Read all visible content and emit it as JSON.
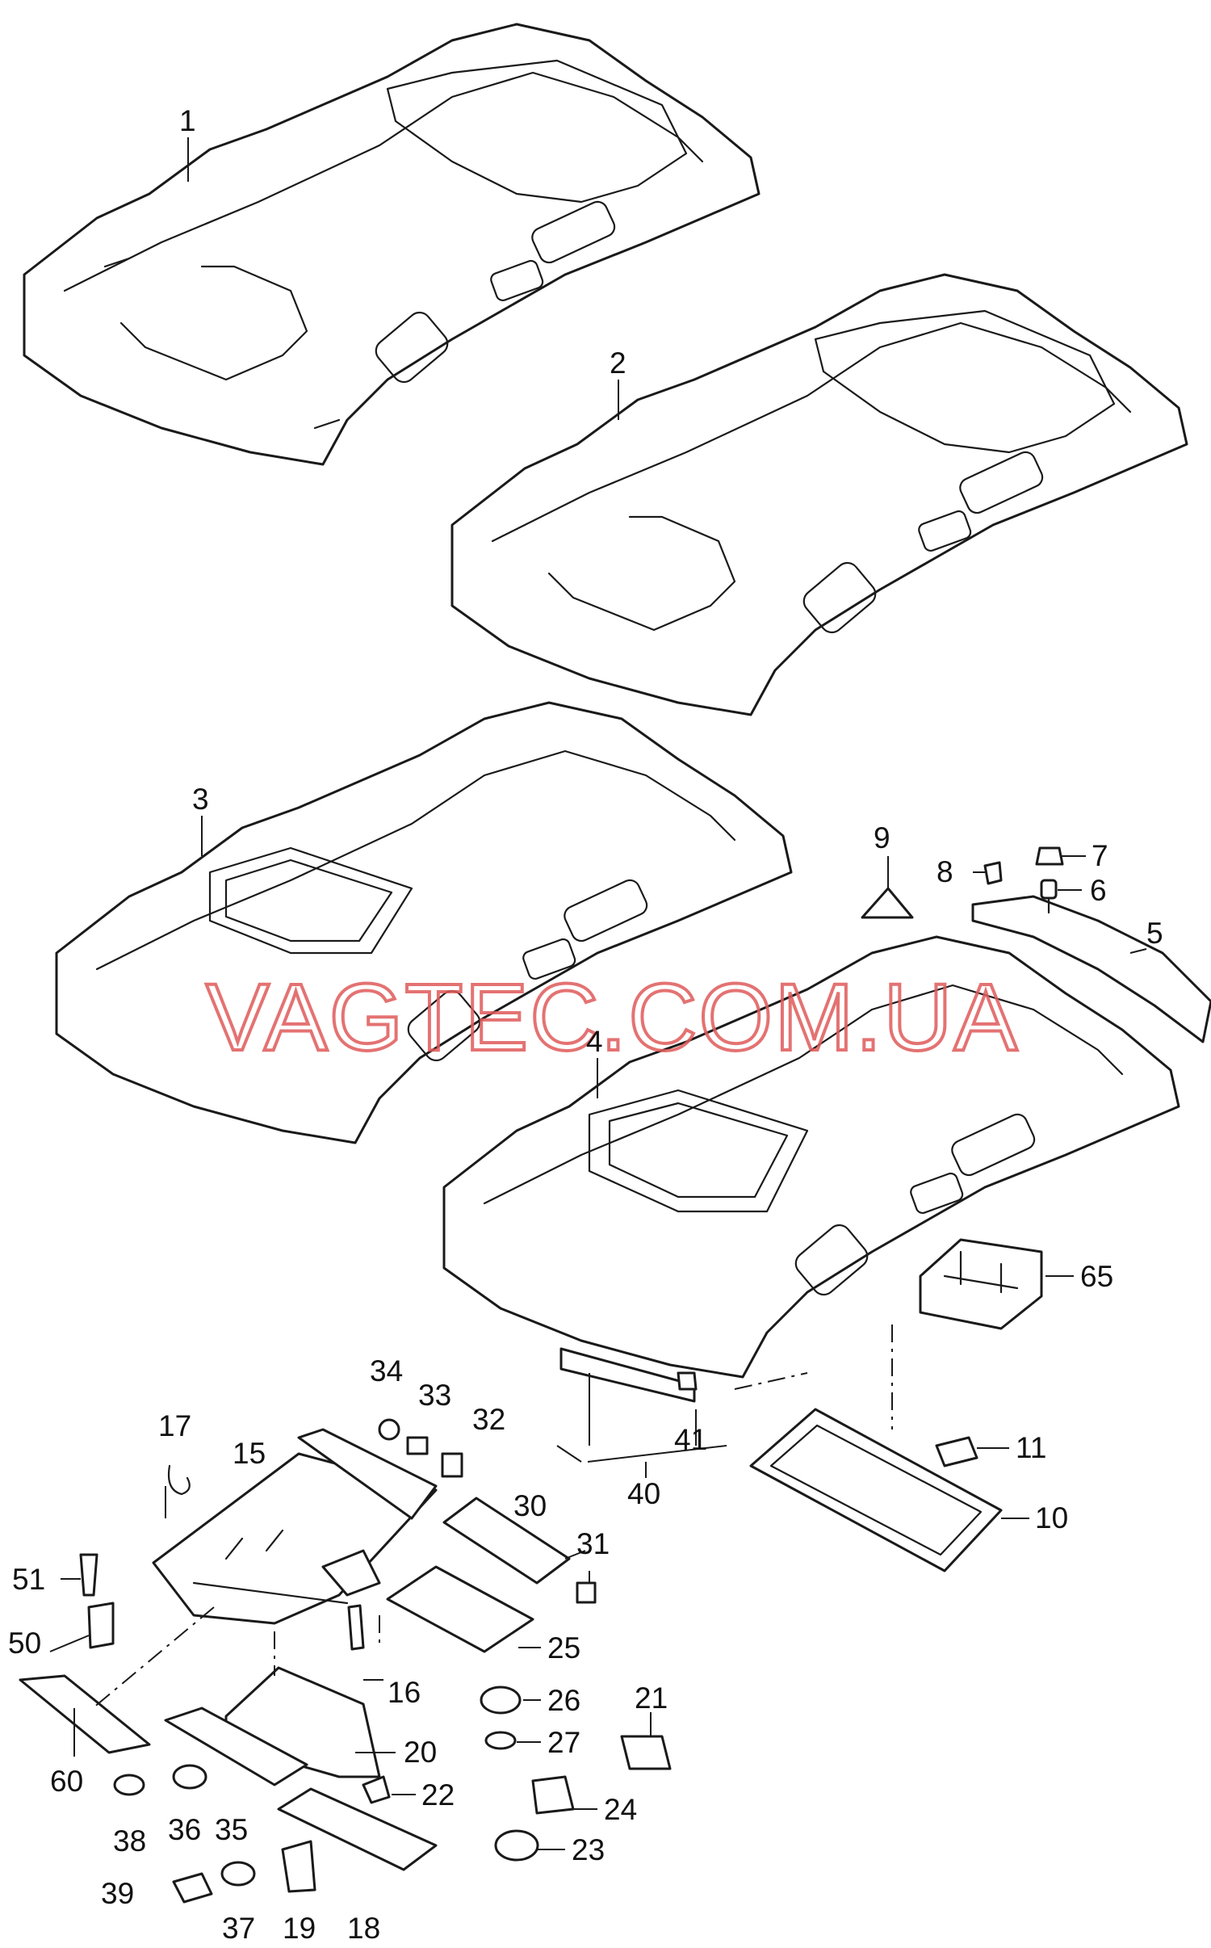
{
  "diagram": {
    "watermark": "VAGTEC.COM.UA",
    "accent_color": "#e05a5a",
    "callouts": [
      "1",
      "2",
      "3",
      "4",
      "5",
      "6",
      "7",
      "8",
      "9",
      "10",
      "11",
      "15",
      "16",
      "17",
      "18",
      "19",
      "20",
      "21",
      "22",
      "23",
      "24",
      "25",
      "26",
      "27",
      "30",
      "31",
      "32",
      "33",
      "34",
      "35",
      "36",
      "37",
      "38",
      "39",
      "40",
      "41",
      "50",
      "51",
      "60",
      "65"
    ]
  }
}
